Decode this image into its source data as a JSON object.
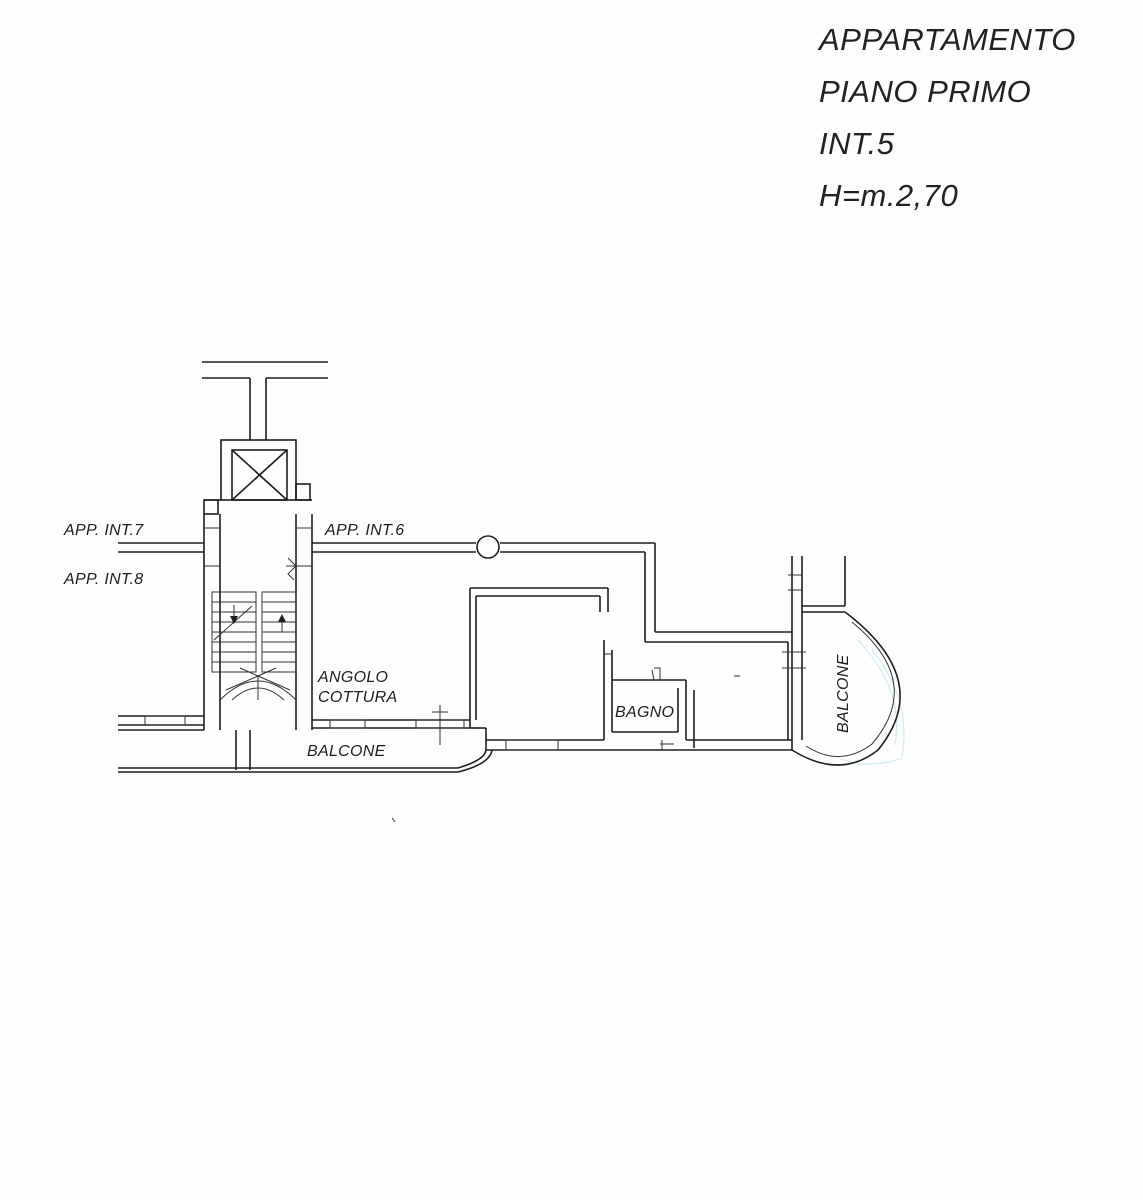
{
  "title": {
    "line1": "APPARTAMENTO",
    "line2": "PIANO  PRIMO",
    "line3": "INT.5",
    "line4": "H=m.2,70"
  },
  "labels": {
    "app_int7": "APP. INT.7",
    "app_int6": "APP. INT.6",
    "app_int8": "APP. INT.8",
    "angolo": "ANGOLO",
    "cottura": "COTTURA",
    "bagno": "BAGNO",
    "balcone_bottom": "BALCONE",
    "balcone_right": "BALCONE"
  }
}
